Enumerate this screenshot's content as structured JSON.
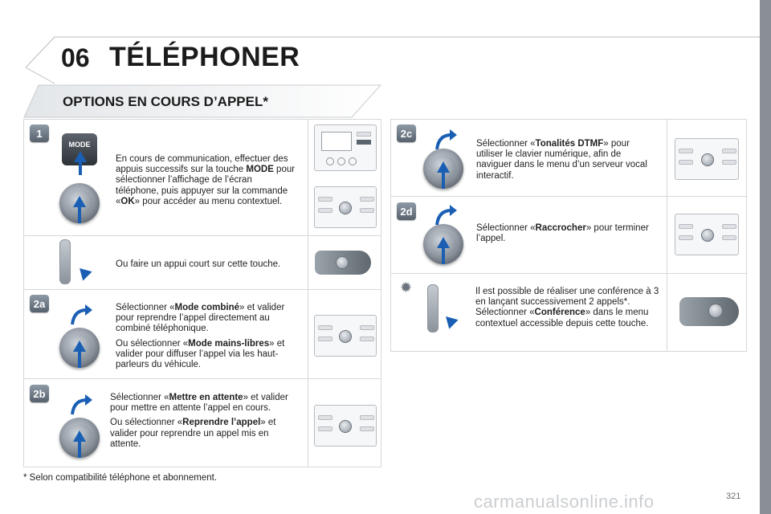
{
  "header": {
    "chapter_number": "06",
    "chapter_title": "TÉLÉPHONER"
  },
  "section": {
    "title": "OPTIONS EN COURS D’APPEL*"
  },
  "left_steps": [
    {
      "badge": "1",
      "paragraphs": [
        [
          "En cours de communication, effectuer des appuis successifs sur la touche ",
          {
            "b": "MODE"
          },
          " pour sélectionner l’affichage de l’écran téléphone, puis appuyer sur la commande «",
          {
            "b": "OK"
          },
          "» pour accéder au menu contextuel."
        ]
      ],
      "mode_label": "MODE"
    },
    {
      "badge": "",
      "paragraphs": [
        [
          "Ou faire un appui court sur cette touche."
        ]
      ]
    },
    {
      "badge": "2a",
      "paragraphs": [
        [
          "Sélectionner «",
          {
            "b": "Mode combiné"
          },
          "» et valider pour reprendre l’appel directement au combiné téléphonique."
        ],
        [
          "Ou sélectionner «",
          {
            "b": "Mode mains-libres"
          },
          "» et valider pour diffuser l’appel via les haut-parleurs du véhicule."
        ]
      ]
    },
    {
      "badge": "2b",
      "paragraphs": [
        [
          "Sélectionner «",
          {
            "b": "Mettre en attente"
          },
          "» et valider pour mettre en attente l’appel en cours."
        ],
        [
          "Ou sélectionner «",
          {
            "b": "Reprendre l’appel"
          },
          "» et valider pour reprendre un appel mis en attente."
        ]
      ]
    }
  ],
  "right_steps": [
    {
      "badge": "2c",
      "paragraphs": [
        [
          "Sélectionner «",
          {
            "b": "Tonalités DTMF"
          },
          "» pour utiliser le clavier numérique, afin de naviguer dans le menu d’un serveur vocal interactif."
        ]
      ]
    },
    {
      "badge": "2d",
      "paragraphs": [
        [
          "Sélectionner «",
          {
            "b": "Raccrocher"
          },
          "» pour terminer l’appel."
        ]
      ]
    },
    {
      "badge": "",
      "paragraphs": [
        [
          "Il est possible de réaliser une conférence à 3 en lançant successivement 2 appels*. Sélectionner «",
          {
            "b": "Conférence"
          },
          "» dans le menu contextuel accessible depuis cette touche."
        ]
      ]
    }
  ],
  "footnote": "* Selon compatibilité téléphone et abonnement.",
  "page_number": "321",
  "watermark": "carmanualsonline.info",
  "colors": {
    "accent_arrow": "#1a5fb4",
    "sidebar": "#8a8f96",
    "border": "#d5d7da"
  }
}
